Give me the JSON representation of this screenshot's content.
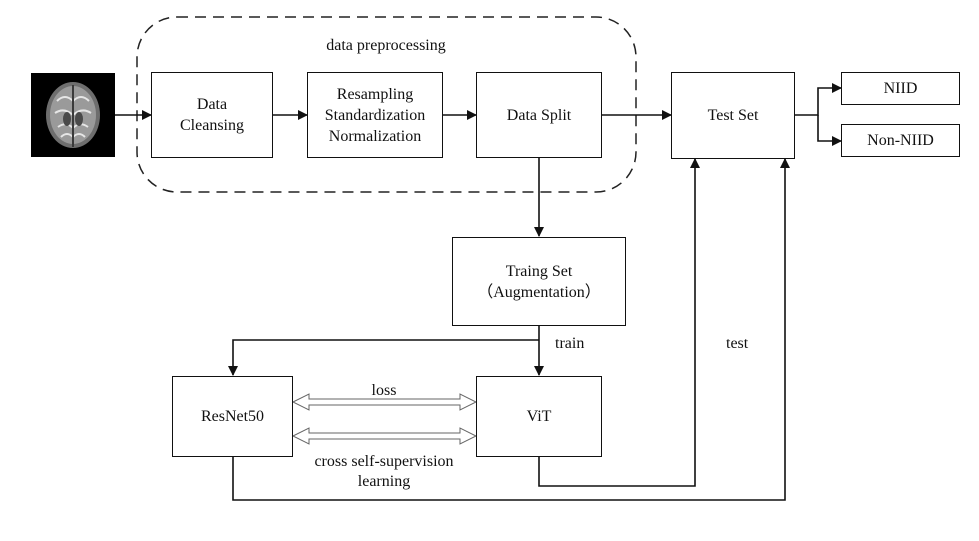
{
  "group": {
    "label": "data preprocessing"
  },
  "input": {
    "icon": "brain-mri-slice-icon"
  },
  "nodes": {
    "cleansing": {
      "line1": "Data",
      "line2": "Cleansing"
    },
    "resampling": {
      "line1": "Resampling",
      "line2": "Standardization",
      "line3": "Normalization"
    },
    "split": {
      "label": "Data Split"
    },
    "test_set": {
      "label": "Test Set"
    },
    "niid": {
      "label": "NIID"
    },
    "non_niid": {
      "label": "Non-NIID"
    },
    "training": {
      "line1": "Traing Set",
      "line2": "（Augmentation）"
    },
    "resnet": {
      "label": "ResNet50"
    },
    "vit": {
      "label": "ViT"
    }
  },
  "edges": {
    "train": "train",
    "test": "test",
    "loss": "loss",
    "cross_line1": "cross self-supervision",
    "cross_line2": "learning"
  }
}
